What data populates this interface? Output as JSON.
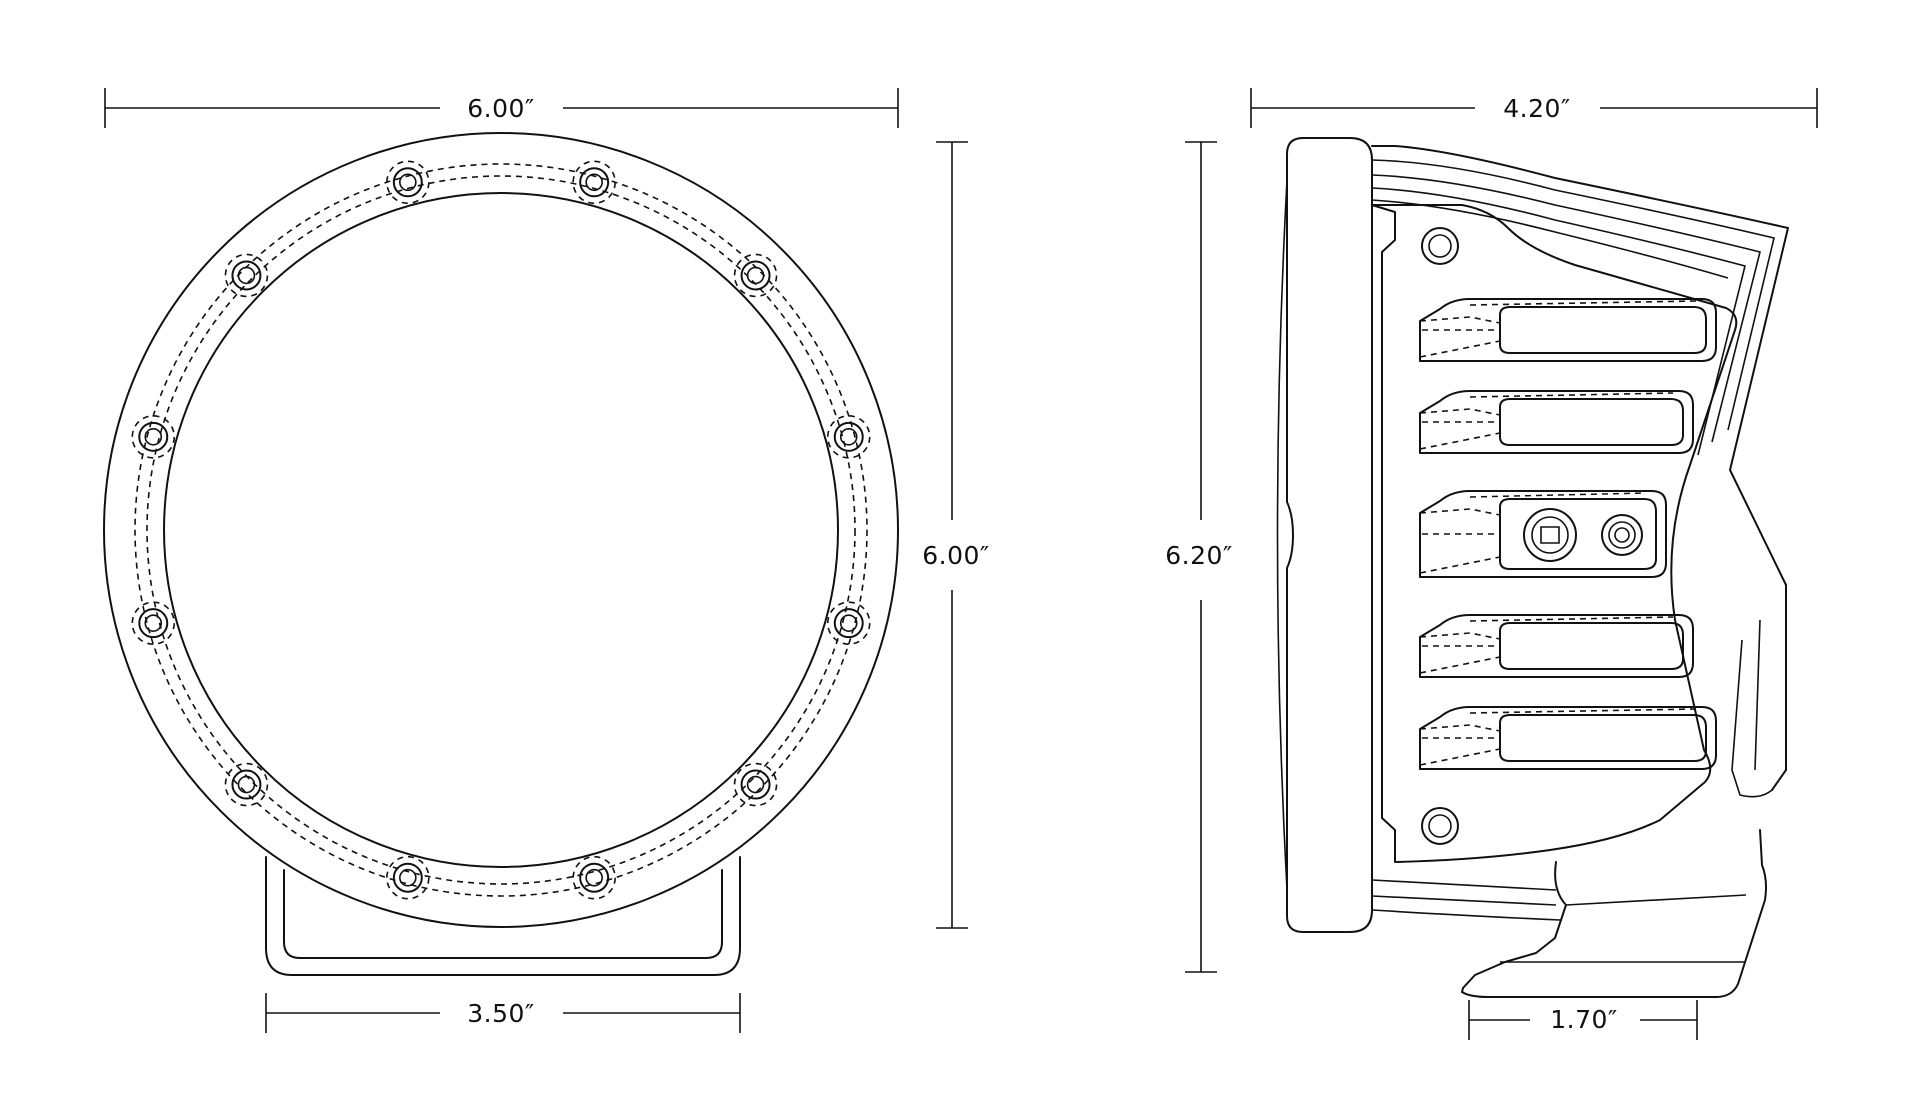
{
  "colors": {
    "line": "#111111",
    "background": "#ffffff"
  },
  "front_view": {
    "width_label": "6.00″",
    "height_label": "6.00″",
    "base_width_label": "3.50″",
    "bolt_count": 12
  },
  "side_view": {
    "depth_label": "4.20″",
    "height_label": "6.20″",
    "mount_width_label": "1.70″",
    "slot_count": 5
  }
}
